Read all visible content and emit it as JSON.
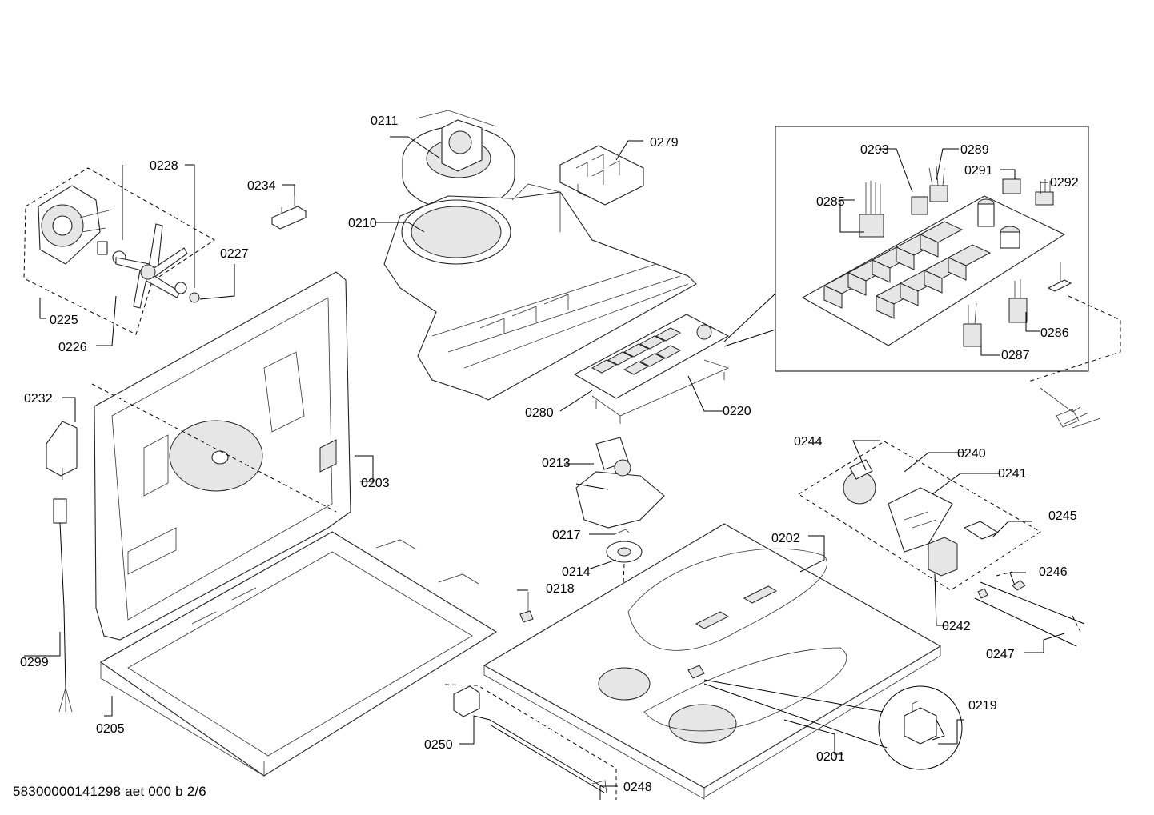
{
  "diagram": {
    "footer_code": "58300000141298 aet 000 b 2/6",
    "labels": {
      "p0201": "0201",
      "p0202": "0202",
      "p0203": "0203",
      "p0205": "0205",
      "p0210": "0210",
      "p0211": "0211",
      "p0213": "0213",
      "p0214": "0214",
      "p0217": "0217",
      "p0218": "0218",
      "p0219": "0219",
      "p0220": "0220",
      "p0225": "0225",
      "p0226": "0226",
      "p0227": "0227",
      "p0228": "0228",
      "p0232": "0232",
      "p0234": "0234",
      "p0240": "0240",
      "p0241": "0241",
      "p0242": "0242",
      "p0244": "0244",
      "p0245": "0245",
      "p0246": "0246",
      "p0247": "0247",
      "p0248": "0248",
      "p0250": "0250",
      "p0279": "0279",
      "p0280": "0280",
      "p0285": "0285",
      "p0286": "0286",
      "p0287": "0287",
      "p0289": "0289",
      "p0291": "0291",
      "p0292": "0292",
      "p0293": "0293",
      "p0299": "0299"
    }
  }
}
